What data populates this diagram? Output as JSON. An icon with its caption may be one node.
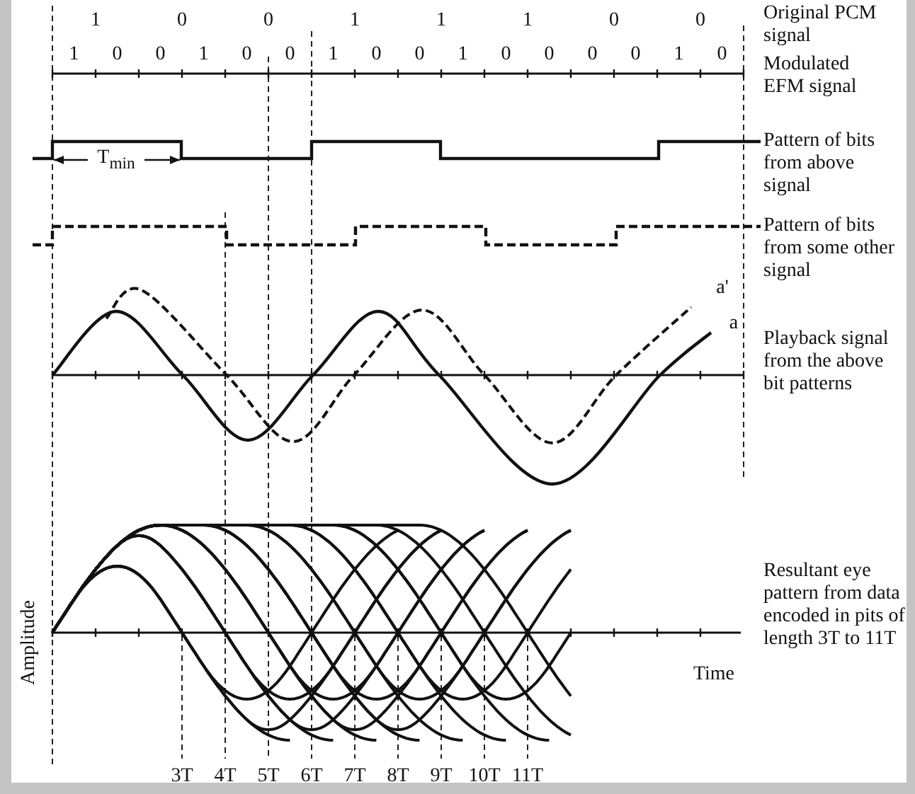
{
  "diagram": {
    "labels": [
      "1",
      "0",
      "0",
      "1",
      "1",
      "1",
      "0",
      "0",
      "Original PCM signal",
      "1",
      "0",
      "0",
      "1",
      "0",
      "0",
      "1",
      "0",
      "0",
      "1",
      "0",
      "0",
      "0",
      "0",
      "1",
      "0",
      "Modulated EFM signal",
      "Pattern of bits from above signal",
      "T$_{min}$",
      "Pattern of bits from some other signal",
      "a'",
      "a",
      "Playback signal from the above bit patterns",
      "Amplitude",
      "Resultant eye pattern from data encoded in pits of length 3T to 11T",
      "Time",
      "3T",
      "4T",
      "5T",
      "6T",
      "7T",
      "8T",
      "9T",
      "10T",
      "11T"
    ]
  }
}
